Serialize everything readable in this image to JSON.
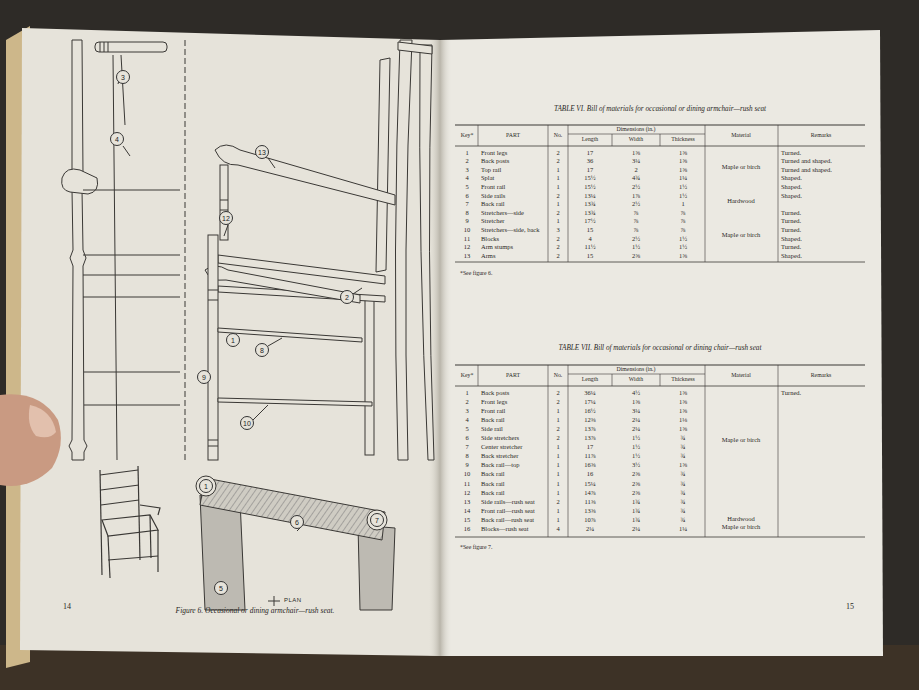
{
  "diagram": {
    "caption": "Figure 6. Occasional or dining armchair—rush seat.",
    "nodes": [
      {
        "text": [
          "3"
        ]
      },
      {
        "text": [
          "4"
        ]
      },
      {
        "text": [
          "13"
        ]
      },
      {
        "text": [
          "12"
        ]
      },
      {
        "text": [
          "1"
        ]
      },
      {
        "text": [
          "2"
        ]
      },
      {
        "text": [
          "8"
        ]
      },
      {
        "text": [
          "9"
        ]
      },
      {
        "text": [
          "10"
        ]
      },
      {
        "text": [
          "1"
        ]
      },
      {
        "text": [
          "6"
        ]
      },
      {
        "text": [
          "5"
        ]
      },
      {
        "text": [
          "7"
        ]
      }
    ],
    "labels": [
      "14",
      "PLAN",
      "TABLE VI. Bill of materials for occasional or dining armchair—rush seat",
      "Key*",
      "PART",
      "No.",
      "Dimensions (in.)",
      "Length",
      "Width",
      "Thickness",
      "Material",
      "Remarks",
      "1",
      "Front legs",
      "2",
      "17",
      "1⅝",
      "1⅝",
      "2",
      "Back posts",
      "2",
      "36",
      "3¼",
      "1⅝",
      "3",
      "Top rail",
      "1",
      "17",
      "2",
      "1⅝",
      "4",
      "Splat",
      "1",
      "15½",
      "4¾",
      "1¼",
      "5",
      "Front rail",
      "1",
      "15½",
      "2½",
      "1½",
      "6",
      "Side rails",
      "2",
      "13¼",
      "1⅞",
      "1½",
      "7",
      "Back rail",
      "1",
      "13¾",
      "2½",
      "1",
      "8",
      "Stretchers—side",
      "2",
      "13¾",
      "⅞",
      "⅞",
      "9",
      "Stretcher",
      "1",
      "17½",
      "⅞",
      "⅞",
      "10",
      "Stretchers—side, back",
      "3",
      "15",
      "⅞",
      "⅞",
      "11",
      "Blocks",
      "2",
      "4",
      "2½",
      "1½",
      "12",
      "Arm stumps",
      "2",
      "11½",
      "1½",
      "1½",
      "13",
      "Arms",
      "2",
      "15",
      "2⅝",
      "1⅝",
      "Turned.",
      "Turned and shaped.",
      "Turned and shaped.",
      "Shaped.",
      "Shaped.",
      "Shaped.",
      "Turned.",
      "Turned.",
      "Turned.",
      "Shaped.",
      "Turned.",
      "Shaped.",
      "Maple or birch",
      "Hardwood",
      "Maple or birch",
      "*See figure 6.",
      "TABLE VII. Bill of materials for occasional or dining chair—rush seat",
      "Key*",
      "PART",
      "No.",
      "Dimensions (in.)",
      "Length",
      "Width",
      "Thickness",
      "Material",
      "Remarks",
      "1",
      "Back posts",
      "2",
      "36¼",
      "4½",
      "1⅝",
      "2",
      "Front legs",
      "2",
      "17¼",
      "1⅝",
      "1⅝",
      "3",
      "Front rail",
      "1",
      "16½",
      "3¼",
      "1⅝",
      "4",
      "Back rail",
      "1",
      "12⅜",
      "2¼",
      "1⅛",
      "5",
      "Side rail",
      "2",
      "13⅞",
      "2¼",
      "1⅝",
      "6",
      "Side stretchers",
      "2",
      "13⅞",
      "1½",
      "¾",
      "7",
      "Center stretcher",
      "1",
      "17",
      "1½",
      "¾",
      "8",
      "Back stretcher",
      "1",
      "11⅞",
      "1½",
      "¾",
      "9",
      "Back rail—top",
      "1",
      "16⅝",
      "3½",
      "1⅝",
      "10",
      "Back rail",
      "1",
      "16",
      "2⅝",
      "¾",
      "11",
      "Back rail",
      "1",
      "15¼",
      "2⅝",
      "¾",
      "12",
      "Back rail",
      "1",
      "14⅞",
      "2⅝",
      "¾",
      "13",
      "Side rails—rush seat",
      "2",
      "11⅝",
      "1¾",
      "¾",
      "14",
      "Front rail—rush seat",
      "1",
      "13⅝",
      "1¾",
      "¾",
      "15",
      "Back rail—rush seat",
      "1",
      "10⅞",
      "1¾",
      "¾",
      "16",
      "Blocks—rush seat",
      "4",
      "2¼",
      "2¼",
      "1¼",
      "Turned.",
      "Maple or birch",
      "Hardwood",
      "Maple or birch",
      "*See figure 7.",
      "15"
    ]
  }
}
